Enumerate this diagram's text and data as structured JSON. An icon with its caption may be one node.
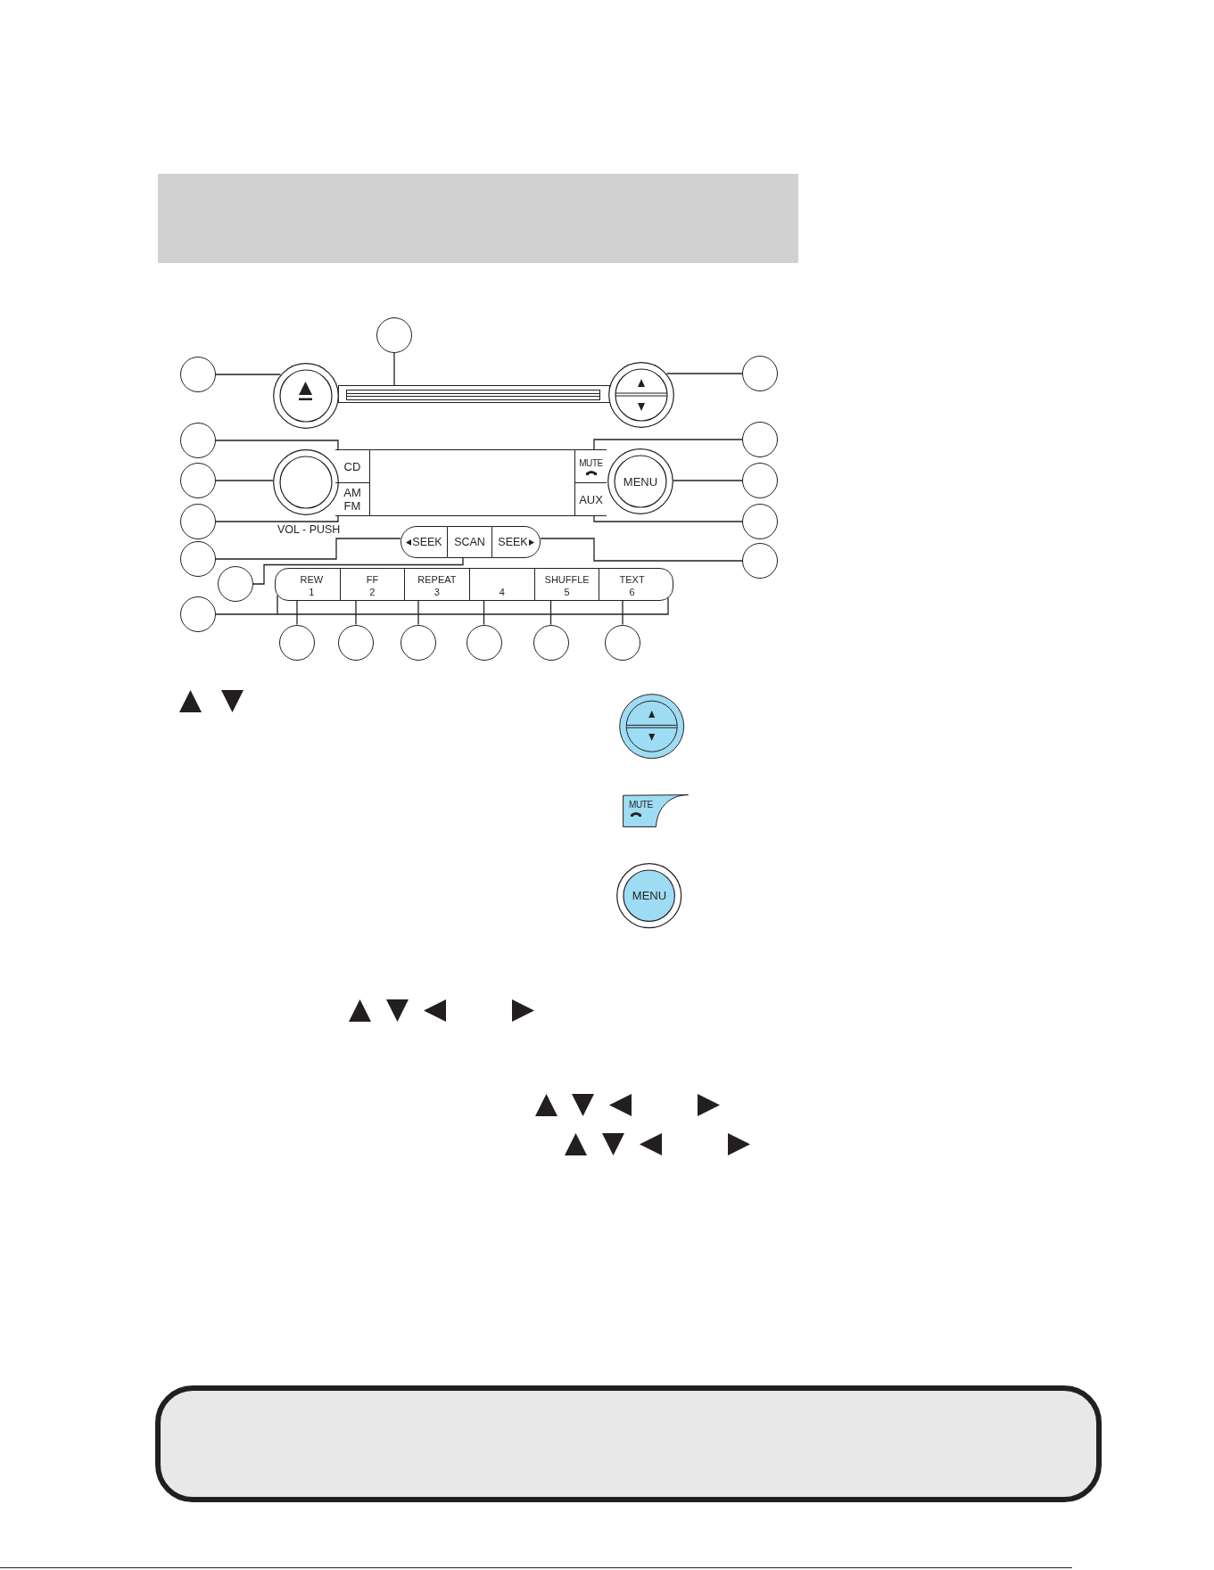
{
  "diagram": {
    "nodes": [
      {
        "text": [],
        "shape": "circle"
      },
      {
        "text": [],
        "shape": "circle"
      },
      {
        "text": [],
        "shape": "circle"
      },
      {
        "text": [],
        "shape": "bar"
      },
      {
        "text": [],
        "shape": "circle"
      },
      {
        "text": [],
        "shape": "circle"
      },
      {
        "text": [],
        "shape": "circle"
      },
      {
        "text": [],
        "shape": "circle"
      },
      {
        "text": [],
        "shape": "circle"
      },
      {
        "text": [],
        "shape": "circle",
        "beside": [
          "VOL - PUSH"
        ]
      },
      {
        "text": [
          "CD"
        ]
      },
      {
        "text": [
          "AM FM"
        ]
      },
      {
        "text": [],
        "shape": "box"
      },
      {
        "text": [
          "MUTE"
        ]
      },
      {
        "text": [
          "AUX"
        ]
      },
      {
        "text": [
          "MENU"
        ]
      },
      {
        "text": [],
        "shape": "circle"
      },
      {
        "text": [],
        "shape": "circle"
      },
      {
        "text": [],
        "shape": "circle"
      },
      {
        "text": [],
        "shape": "circle"
      },
      {
        "text": [],
        "shape": "circle"
      },
      {
        "text": [
          "SEEK"
        ]
      },
      {
        "text": [
          "SCAN"
        ]
      },
      {
        "text": [
          "SEEK"
        ]
      },
      {
        "text": [],
        "shape": "circle"
      },
      {
        "text": [],
        "shape": "box"
      },
      {
        "text": [
          "REW",
          "1"
        ],
        "in": 25
      },
      {
        "text": [
          "FF",
          "2"
        ],
        "in": 25
      },
      {
        "text": [
          "REPEAT",
          "3"
        ],
        "in": 25
      },
      {
        "text": [
          "4"
        ],
        "in": 25
      },
      {
        "text": [
          "SHUFFLE",
          "5"
        ],
        "in": 25
      },
      {
        "text": [
          "TEXT",
          "6"
        ],
        "in": 25
      },
      {
        "text": [],
        "shape": "circle"
      },
      {
        "text": [],
        "shape": "circle"
      },
      {
        "text": [],
        "shape": "circle"
      },
      {
        "text": [],
        "shape": "circle"
      },
      {
        "text": [],
        "shape": "circle"
      },
      {
        "text": [],
        "shape": "circle"
      },
      {
        "text": [],
        "shape": "circle"
      },
      {
        "text": [
          "MUTE"
        ]
      },
      {
        "text": [
          "MENU"
        ]
      }
    ],
    "edges": [
      {
        "from": 0,
        "to": 3,
        "arrow": "none"
      },
      {
        "from": 1,
        "to": 2,
        "arrow": "none"
      },
      {
        "from": 5,
        "to": 4,
        "arrow": "none"
      },
      {
        "from": 6,
        "to": 10,
        "arrow": "none"
      },
      {
        "from": 7,
        "to": 9,
        "arrow": "none"
      },
      {
        "from": 8,
        "to": 11,
        "arrow": "none"
      },
      {
        "from": 16,
        "to": 13,
        "arrow": "none"
      },
      {
        "from": 17,
        "to": 15,
        "arrow": "none"
      },
      {
        "from": 18,
        "to": 14,
        "arrow": "none"
      },
      {
        "from": 19,
        "to": 21,
        "arrow": "none"
      },
      {
        "from": 20,
        "to": 22,
        "arrow": "none"
      },
      {
        "from": 24,
        "to": 23,
        "arrow": "none"
      },
      {
        "from": 32,
        "to": 25,
        "arrow": "none"
      },
      {
        "from": 33,
        "to": 26,
        "arrow": "none"
      },
      {
        "from": 34,
        "to": 27,
        "arrow": "none"
      },
      {
        "from": 35,
        "to": 28,
        "arrow": "none"
      },
      {
        "from": 36,
        "to": 29,
        "arrow": "none"
      },
      {
        "from": 37,
        "to": 30,
        "arrow": "none"
      },
      {
        "from": 38,
        "to": 31,
        "arrow": "none"
      }
    ]
  }
}
